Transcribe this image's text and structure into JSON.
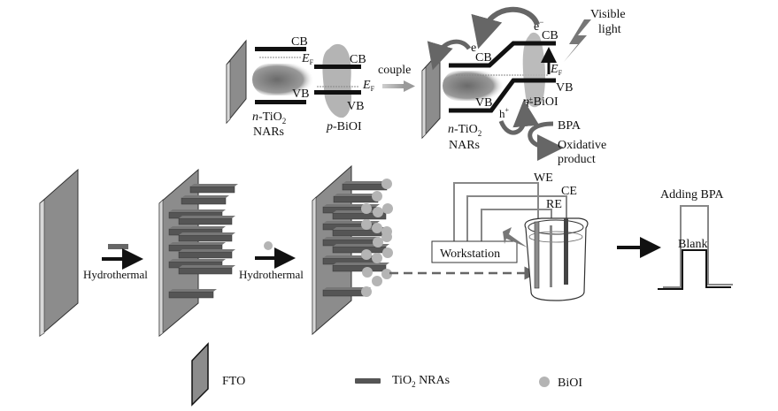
{
  "band_diagram_before": {
    "tio2": {
      "cb": "CB",
      "ef": "E",
      "ef_sub": "F",
      "vb": "VB",
      "name_prefix": "n",
      "name_main": "-TiO",
      "name_sub": "2",
      "name_line2": "NARs"
    },
    "bioi": {
      "cb": "CB",
      "ef": "E",
      "ef_sub": "F",
      "vb": "VB",
      "name_prefix": "p",
      "name_main": "-BiOI"
    },
    "couple_label": "couple"
  },
  "band_diagram_after": {
    "tio2": {
      "cb_e": "e",
      "cb": "CB",
      "vb": "VB",
      "hole": "h",
      "name_prefix": "n",
      "name_main": "-TiO",
      "name_sub": "2",
      "name_line2": "NARs"
    },
    "bioi": {
      "cb_e": "e",
      "cb": "CB",
      "ef": "E",
      "ef_sub": "F",
      "vb": "VB",
      "hole": "h",
      "name_prefix": "p",
      "name_main": "-BiOI"
    },
    "visible_light_line1": "Visible",
    "visible_light_line2": "light",
    "bpa_label": "BPA",
    "product_line1": "Oxidative",
    "product_line2": "product",
    "minus": "−",
    "plus": "+"
  },
  "process": {
    "step1_label": "Hydrothermal",
    "step2_label": "Hydrothermal",
    "workstation_label": "Workstation",
    "electrodes": {
      "we": "WE",
      "ce": "CE",
      "re": "RE"
    },
    "response": {
      "adding_bpa": "Adding BPA",
      "blank": "Blank"
    }
  },
  "legend": {
    "fto": "FTO",
    "tio2_main": "TiO",
    "tio2_sub": "2",
    "tio2_rest": " NRAs",
    "bioi": "BiOI"
  },
  "colors": {
    "plate": "#8c8c8c",
    "plate_edge": "#d8d8d8",
    "rod": "#555555",
    "bioi": "#b4b4b4",
    "wire": "#888888",
    "arrow_gray": "#666666"
  }
}
